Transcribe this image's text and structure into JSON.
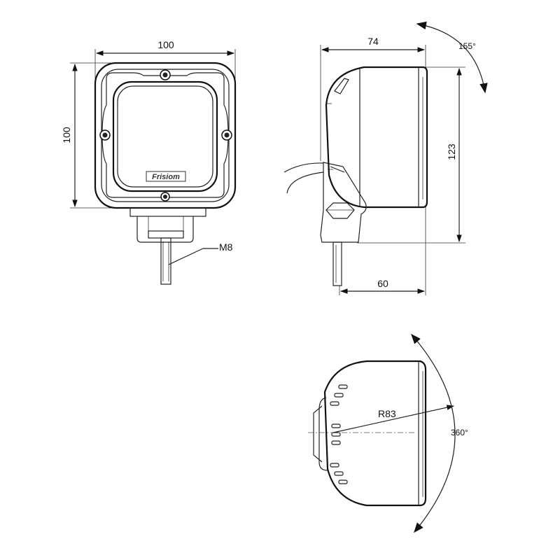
{
  "drawing": {
    "front_width": "100",
    "front_height": "100",
    "bolt_thread": "M8",
    "brand": "Frisiom",
    "side_depth": "74",
    "side_height": "123",
    "bracket_depth": "60",
    "tilt_angle": "155°",
    "rotation_radius": "R83",
    "rotation_angle": "360°"
  }
}
